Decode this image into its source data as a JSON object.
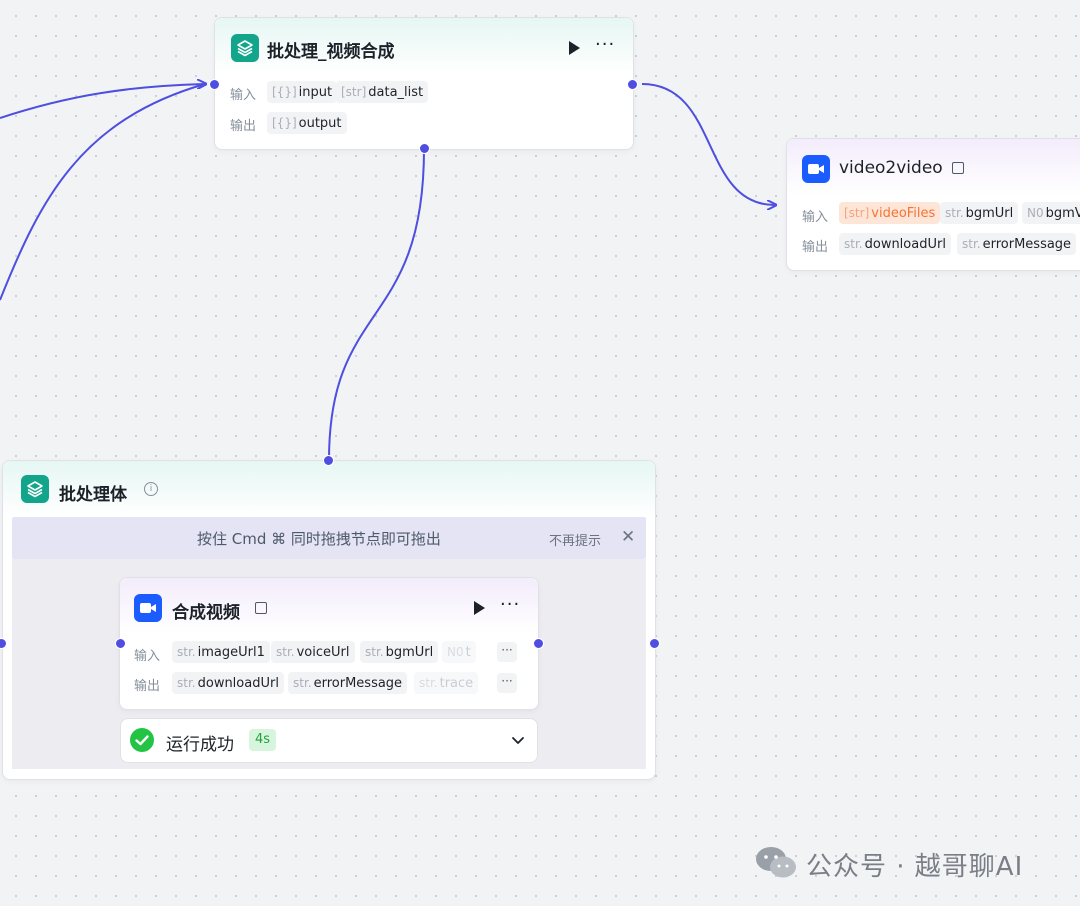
{
  "batch_node": {
    "title": "批处理_视频合成",
    "input_label": "输入",
    "output_label": "输出",
    "inputs": [
      {
        "prefix": "[{}]",
        "name": "input"
      },
      {
        "prefix": "[str]",
        "name": "data_list"
      }
    ],
    "outputs": [
      {
        "prefix": "[{}]",
        "name": "output"
      }
    ]
  },
  "v2v_node": {
    "title": "video2video",
    "input_label": "输入",
    "output_label": "输出",
    "inputs": [
      {
        "prefix": "[str]",
        "name": "videoFiles"
      },
      {
        "prefix": "str.",
        "name": "bgmUrl"
      },
      {
        "prefix": "N0",
        "name": "bgmV"
      }
    ],
    "outputs": [
      {
        "prefix": "str.",
        "name": "downloadUrl"
      },
      {
        "prefix": "str.",
        "name": "errorMessage"
      }
    ]
  },
  "batch_body": {
    "title": "批处理体",
    "hint": "按住 Cmd ⌘ 同时拖拽节点即可拖出",
    "dismiss": "不再提示"
  },
  "compose_node": {
    "title": "合成视频",
    "input_label": "输入",
    "output_label": "输出",
    "inputs": [
      {
        "prefix": "str.",
        "name": "imageUrl1"
      },
      {
        "prefix": "str.",
        "name": "voiceUrl"
      },
      {
        "prefix": "str.",
        "name": "bgmUrl"
      },
      {
        "prefix": "N0",
        "name": "t"
      }
    ],
    "outputs": [
      {
        "prefix": "str.",
        "name": "downloadUrl"
      },
      {
        "prefix": "str.",
        "name": "errorMessage"
      },
      {
        "prefix": "str.",
        "name": "trace"
      }
    ],
    "more": "···"
  },
  "run_status": {
    "text": "运行成功",
    "duration": "4s"
  },
  "watermark": "公众号 · 越哥聊AI",
  "colors": {
    "edge": "#4e4ee0",
    "accent_green": "#12a58c",
    "accent_blue": "#1b5cff",
    "success": "#23c343"
  }
}
